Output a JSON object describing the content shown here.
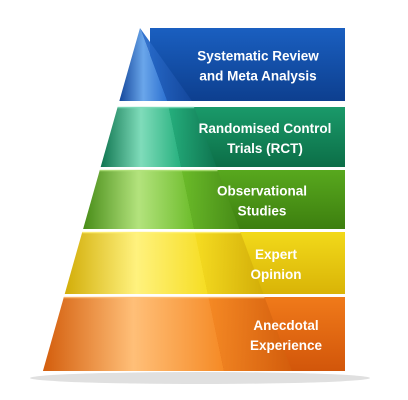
{
  "diagram": {
    "type": "evidence-pyramid",
    "levels": [
      {
        "lines": [
          "Systematic Review",
          "and Meta Analysis"
        ],
        "colors": {
          "band_top": "#1a5fc0",
          "band_bottom": "#0d3f8f",
          "face": "#2a6fd0",
          "face_dark": "#14479c",
          "face_light": "#6aa6ea"
        }
      },
      {
        "lines": [
          "Randomised Control",
          "Trials (RCT)"
        ],
        "colors": {
          "band_top": "#1a9a6a",
          "band_bottom": "#0c6e47",
          "face": "#26b07e",
          "face_dark": "#0f7550",
          "face_light": "#7fdcba"
        }
      },
      {
        "lines": [
          "Observational",
          "Studies"
        ],
        "colors": {
          "band_top": "#58a81e",
          "band_bottom": "#3d7f0f",
          "face": "#6cbc2a",
          "face_dark": "#478c17",
          "face_light": "#b3e37d"
        }
      },
      {
        "lines": [
          "Expert",
          "Opinion"
        ],
        "colors": {
          "band_top": "#f2d91a",
          "band_bottom": "#d9b407",
          "face": "#f6dd22",
          "face_dark": "#d2ad08",
          "face_light": "#fff27e"
        }
      },
      {
        "lines": [
          "Anecdotal",
          "Experience"
        ],
        "colors": {
          "band_top": "#f07a1a",
          "band_bottom": "#d2560a",
          "face": "#f58a25",
          "face_dark": "#d35d0c",
          "face_light": "#ffbf78"
        }
      }
    ]
  }
}
